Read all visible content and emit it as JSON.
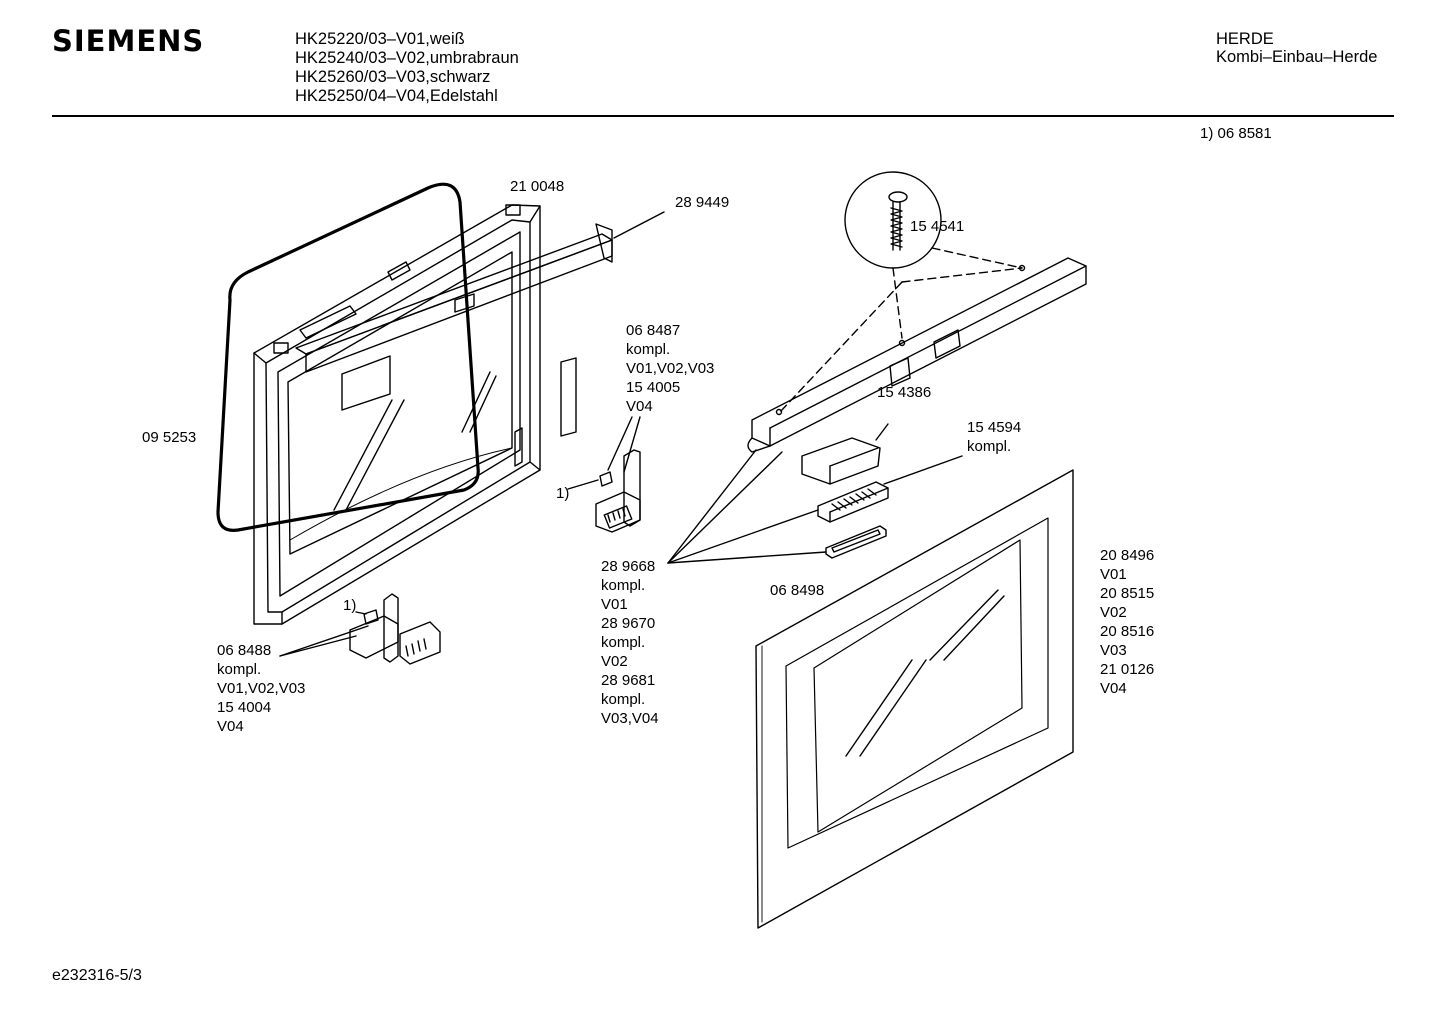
{
  "header": {
    "brand": "SIEMENS",
    "models": [
      "HK25220/03–V01,weiß",
      "HK25240/03–V02,umbrabraun",
      "HK25260/03–V03,schwarz",
      "HK25250/04–V04,Edelstahl"
    ],
    "category": [
      "HERDE",
      "Kombi–Einbau–Herde"
    ],
    "footnote": "1)  06 8581"
  },
  "labels": {
    "seal": "09 5253",
    "frame": "21 0048",
    "strip": "28 9449",
    "screw": "15 4541",
    "hinge_right": [
      "06 8487",
      "kompl.",
      "V01,V02,V03",
      "15 4005",
      "V04"
    ],
    "hinge_right_note": "1)",
    "hinge_left": [
      "06 8488",
      "kompl.",
      "V01,V02,V03",
      "15 4004",
      "V04"
    ],
    "hinge_left_note": "1)",
    "cover": "15 4386",
    "vent": [
      "15 4594",
      "kompl."
    ],
    "gasket": "06 8498",
    "handle": [
      "28 9668",
      "kompl.",
      "V01",
      "28 9670",
      "kompl.",
      "V02",
      "28 9681",
      "kompl.",
      "V03,V04"
    ],
    "outer_door": [
      "20 8496",
      "V01",
      "20 8515",
      "V02",
      "20 8516",
      "V03",
      "21 0126",
      "V04"
    ]
  },
  "footer": {
    "doc_id": "e232316-5/3"
  }
}
